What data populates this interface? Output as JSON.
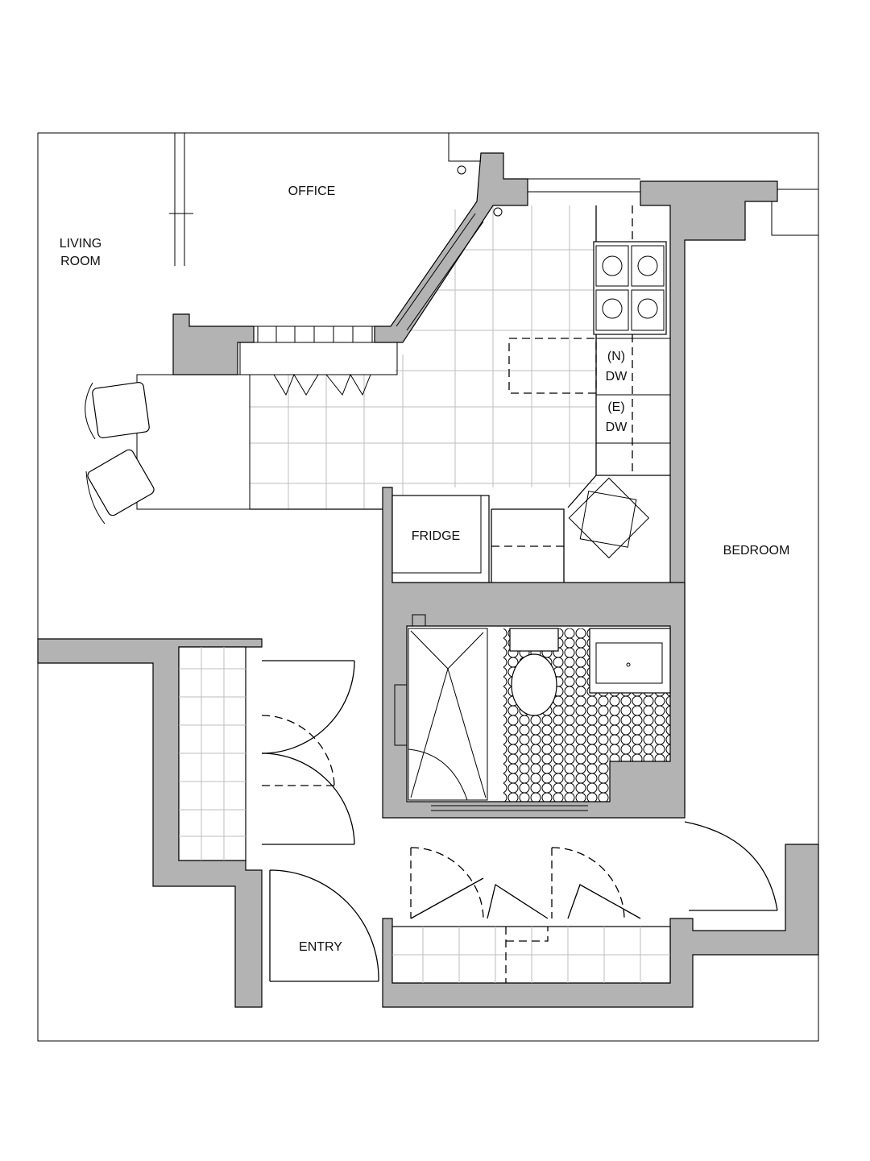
{
  "plan": {
    "rooms": {
      "office": "OFFICE",
      "living_line1": "LIVING",
      "living_line2": "ROOM",
      "bedroom": "BEDROOM",
      "entry": "ENTRY"
    },
    "appliances": {
      "dw_new_line1": "(N)",
      "dw_new_line2": "DW",
      "dw_existing_line1": "(E)",
      "dw_existing_line2": "DW",
      "fridge": "FRIDGE"
    },
    "colors": {
      "wall": "#b3b3b3",
      "line": "#000000",
      "tile": "#bdbdbd"
    }
  }
}
